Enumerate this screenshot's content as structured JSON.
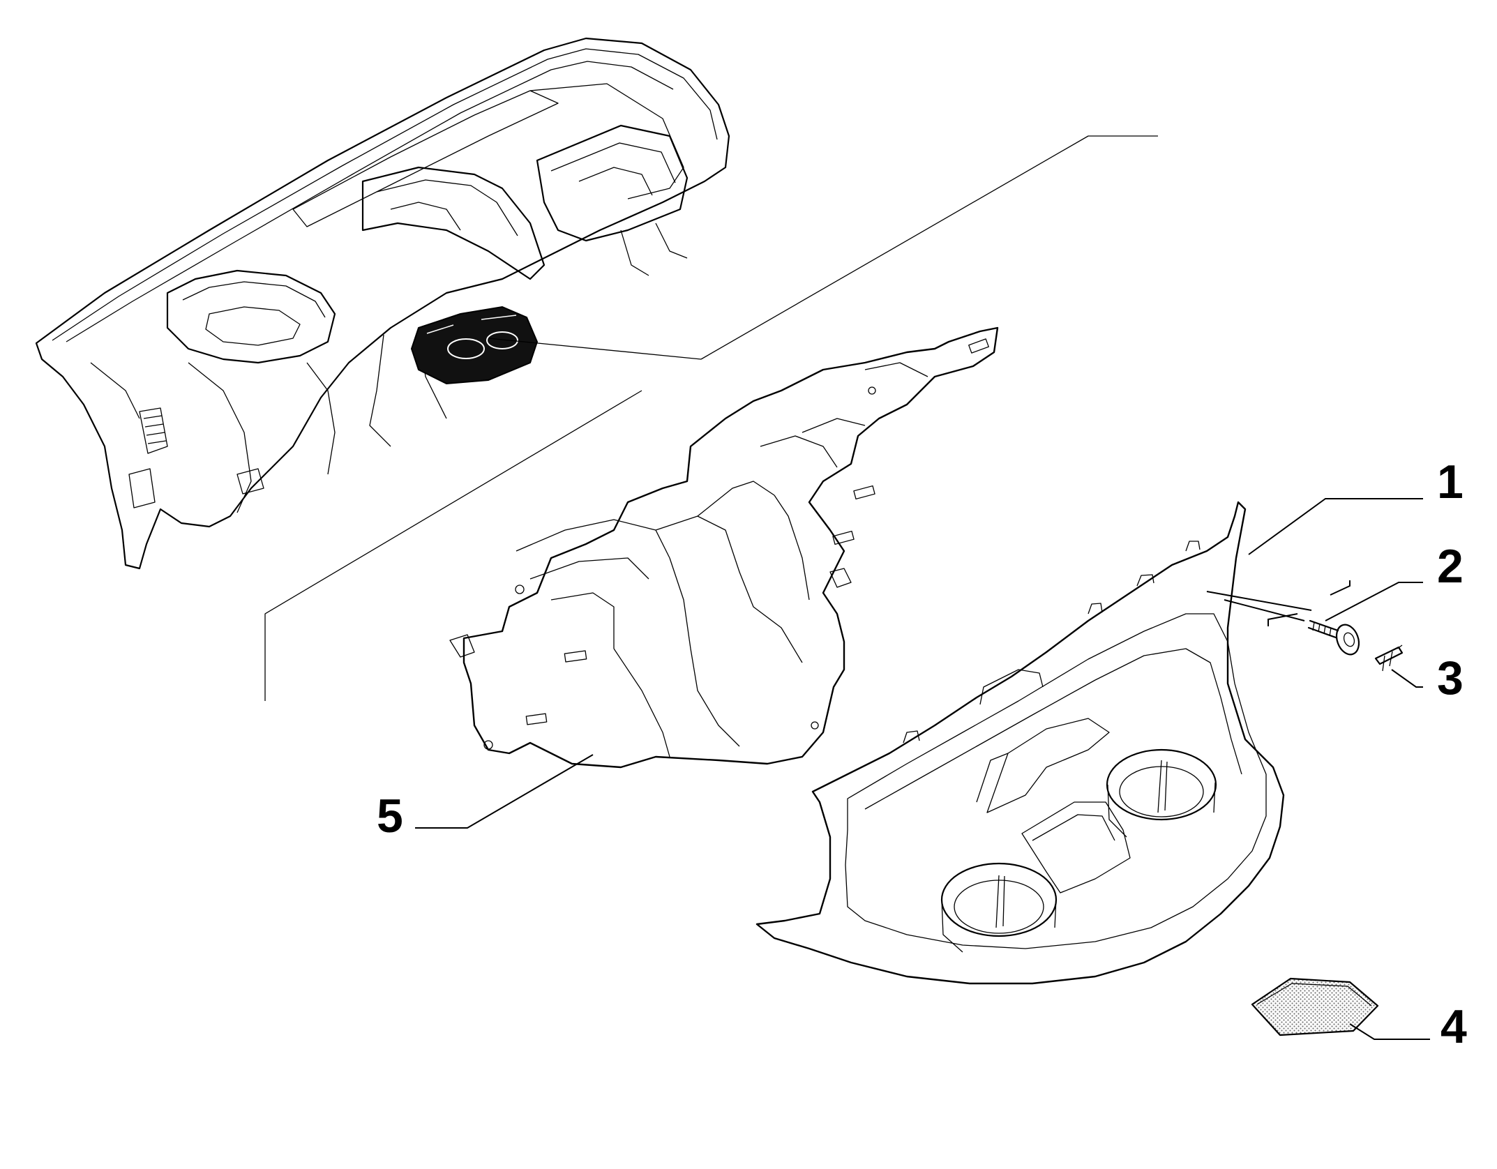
{
  "callouts": [
    {
      "id": "1",
      "label": "1"
    },
    {
      "id": "2",
      "label": "2"
    },
    {
      "id": "3",
      "label": "3"
    },
    {
      "id": "4",
      "label": "4"
    },
    {
      "id": "5",
      "label": "5"
    }
  ],
  "colors": {
    "line": "#000000",
    "background": "#ffffff",
    "highlight": "#111111",
    "texture": "#777777"
  }
}
